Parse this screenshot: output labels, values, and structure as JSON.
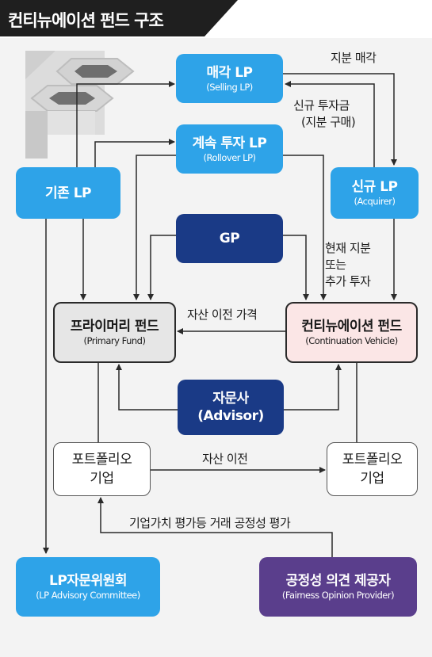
{
  "title": "컨티뉴에이션 펀드 구조",
  "nodes": {
    "selling_lp": {
      "title": "매각 LP",
      "subtitle": "(Selling LP)"
    },
    "rollover_lp": {
      "title": "계속 투자 LP",
      "subtitle": "(Rollover LP)"
    },
    "existing_lp": {
      "title": "기존 LP"
    },
    "acquirer_lp": {
      "title": "신규 LP",
      "subtitle": "(Acquirer)"
    },
    "gp": {
      "title": "GP"
    },
    "primary_fund": {
      "title": "프라이머리 펀드",
      "subtitle": "(Primary Fund)"
    },
    "continuation_fund": {
      "title": "컨티뉴에이션 펀드",
      "subtitle": "(Continuation Vehicle)"
    },
    "advisor": {
      "title": "자문사",
      "subtitle": "(Advisor)"
    },
    "portfolio_left": {
      "line1": "포트폴리오",
      "line2": "기업"
    },
    "portfolio_right": {
      "line1": "포트폴리오",
      "line2": "기업"
    },
    "lp_committee": {
      "title": "LP자문위원회",
      "subtitle": "(LP Advisory Committee)"
    },
    "fairness_provider": {
      "title": "공정성 의견 제공자",
      "subtitle": "(Fairness Opinion Provider)"
    }
  },
  "edges": {
    "sale_of_stake": "지분 매각",
    "new_investment_line1": "신규 투자금",
    "new_investment_line2": "(지분 구매)",
    "current_stake_line1": "현재 지분",
    "current_stake_line2": "또는",
    "current_stake_line3": "추가 투자",
    "asset_transfer_price": "자산 이전 가격",
    "asset_transfer": "자산 이전",
    "fairness_assessment": "기업가치 평가등 거래 공정성 평가"
  },
  "colors": {
    "lp_blue": "#2ea3e8",
    "gp_navy": "#1a3a86",
    "provider_purple": "#5a3e8c",
    "continuation_pink": "#fbe6e6",
    "primary_grey": "#e6e6e6"
  }
}
